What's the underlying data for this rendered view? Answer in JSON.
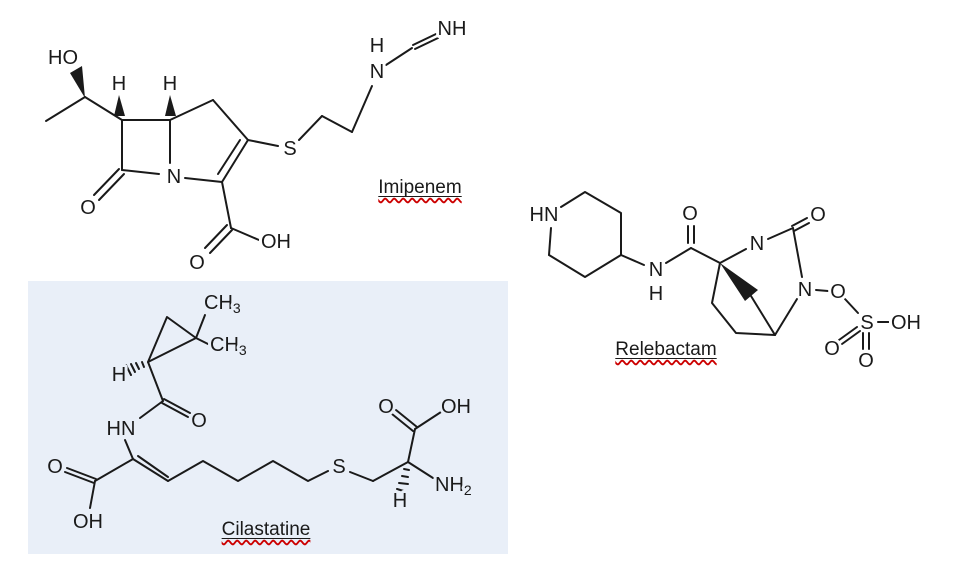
{
  "colors": {
    "background": "#ffffff",
    "structure": "#1a1a1a",
    "highlight_box": "#e9eff8",
    "spellcheck": "#cc0000"
  },
  "molecules": {
    "imipenem": {
      "name": "Imipenem",
      "atoms": {
        "ho": "HO",
        "h_c6": "H",
        "h_c5": "H",
        "n_ring": "N",
        "o_lactam": "O",
        "o_acid": "O",
        "oh_acid": "OH",
        "s": "S",
        "h_amine": "H",
        "n_amine": "N",
        "nh_imine": "NH"
      }
    },
    "cilastatine": {
      "name": "Cilastatine",
      "atoms": {
        "ch3_top_main": "CH",
        "ch3_top_sub": "3",
        "ch3_right_main": "CH",
        "ch3_right_sub": "3",
        "h_cyclopropane": "H",
        "hn_amide": "HN",
        "o_amide": "O",
        "o_acid_left": "O",
        "oh_acid_left": "OH",
        "s": "S",
        "h_stereo": "H",
        "nh2_main": "NH",
        "nh2_sub": "2",
        "o_acid_right": "O",
        "oh_acid_right": "OH"
      }
    },
    "relebactam": {
      "name": "Relebactam",
      "atoms": {
        "hn_piperidine": "HN",
        "n_amide": "N",
        "h_amide": "H",
        "o_amide": "O",
        "n_top": "N",
        "o_lactam": "O",
        "n_sulfated": "N",
        "o_link": "O",
        "s": "S",
        "oh": "OH",
        "o_sulfo_1": "O",
        "o_sulfo_2": "O"
      }
    }
  }
}
